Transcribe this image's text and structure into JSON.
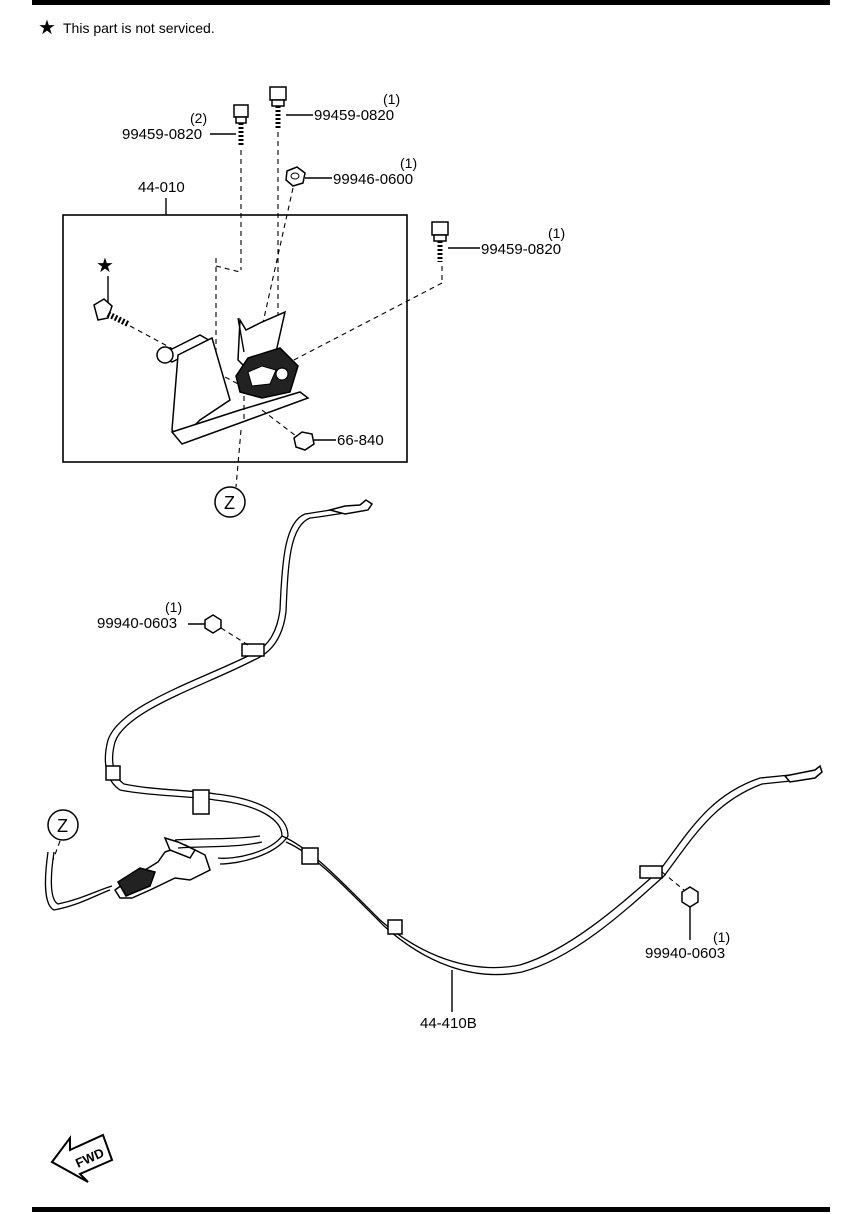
{
  "note": {
    "symbol": "★",
    "text": "This part is not serviced."
  },
  "assembly": {
    "lever_assembly": "44-010",
    "cable_assembly": "44-410B"
  },
  "parts": {
    "bolt_top_left": {
      "number": "99459-0820",
      "qty": "(2)"
    },
    "bolt_top_center": {
      "number": "99459-0820",
      "qty": "(1)"
    },
    "nut_top": {
      "number": "99946-0600",
      "qty": "(1)"
    },
    "bolt_right": {
      "number": "99459-0820",
      "qty": "(1)"
    },
    "cap": {
      "number": "66-840"
    },
    "nut_cable_left": {
      "number": "99940-0603",
      "qty": "(1)"
    },
    "nut_cable_right": {
      "number": "99940-0603",
      "qty": "(1)"
    }
  },
  "reference_markers": {
    "upper": "Z",
    "lower": "Z"
  },
  "direction": {
    "label": "FWD"
  }
}
